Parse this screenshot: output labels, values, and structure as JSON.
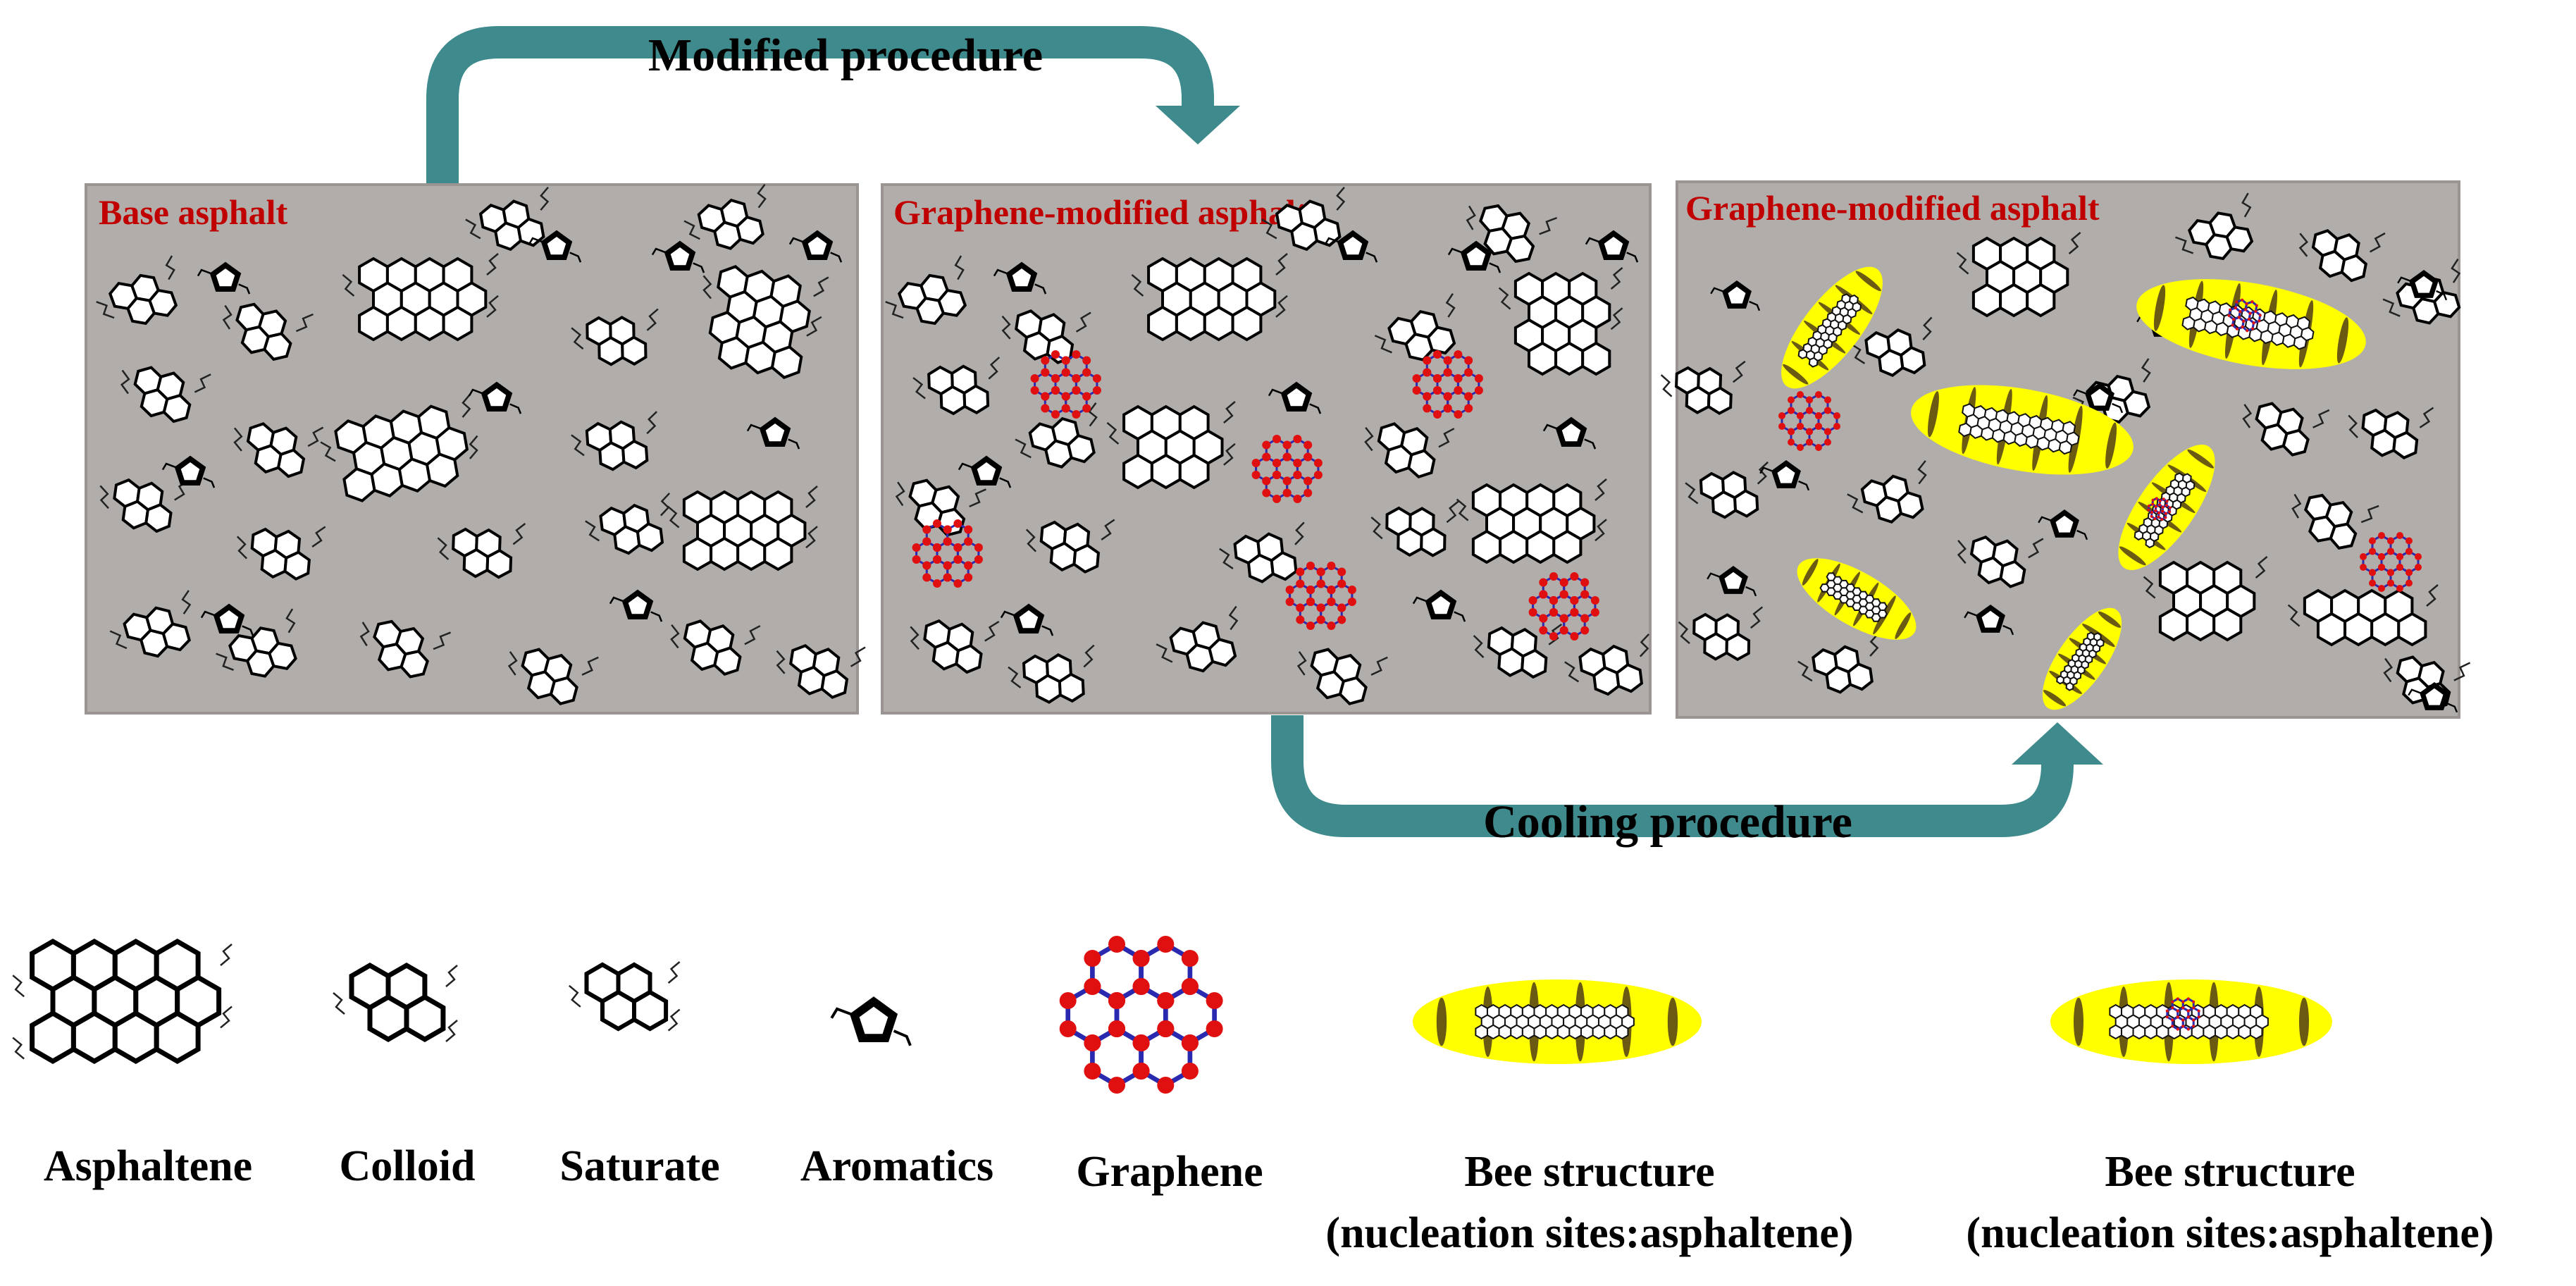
{
  "arrows": {
    "top_label": "Modified procedure",
    "bottom_label": "Cooling procedure",
    "color": "#3f8a8c"
  },
  "panels": [
    {
      "title": "Base asphalt"
    },
    {
      "title": "Graphene-modified asphalt"
    },
    {
      "title": "Graphene-modified asphalt"
    }
  ],
  "legend": [
    {
      "label": "Asphaltene",
      "icon": "asphaltene-icon"
    },
    {
      "label": "Colloid",
      "icon": "colloid-icon"
    },
    {
      "label": "Saturate",
      "icon": "saturate-icon"
    },
    {
      "label": "Aromatics",
      "icon": "aromatics-icon"
    },
    {
      "label": "Graphene",
      "icon": "graphene-icon"
    },
    {
      "label": "Bee structure",
      "sub": "(nucleation sites:asphaltene)",
      "icon": "bee-structure-icon"
    },
    {
      "label": "Bee structure",
      "sub": "(nucleation sites:asphaltene)",
      "icon": "bee-structure-graphene-icon"
    }
  ],
  "colors": {
    "panel_bg": "#b1adab",
    "title_red": "#c00000",
    "bee_yellow": "#ffff00",
    "bee_stripe": "#6b5a12",
    "graphene_node": "#e01010",
    "graphene_bond": "#2a2ab0"
  }
}
